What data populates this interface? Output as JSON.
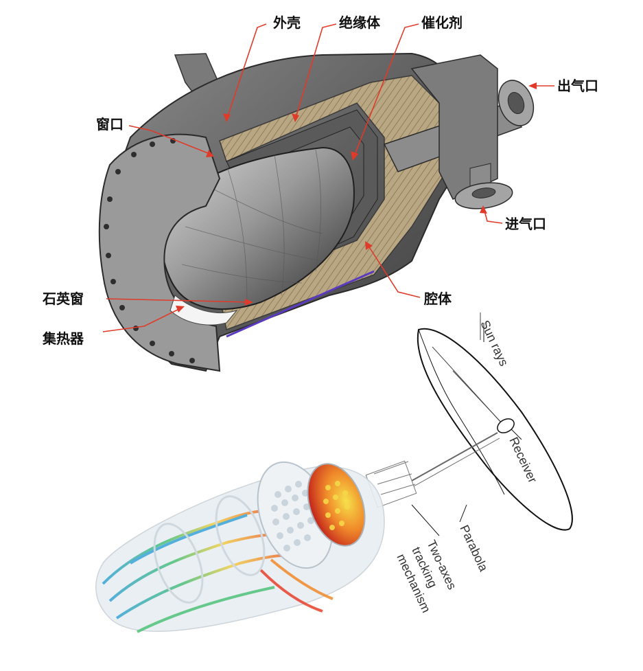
{
  "receiver_cutaway": {
    "labels": {
      "shell": "外壳",
      "insulation": "绝缘体",
      "catalyst": "催化剂",
      "outlet": "出气口",
      "window_port": "窗口",
      "inlet": "进气口",
      "quartz_window": "石英窗",
      "cavity": "腔体",
      "collector": "集热器"
    }
  },
  "dish_system": {
    "labels": {
      "sun_rays": "Sun rays",
      "receiver": "Receiver",
      "parabola": "Parabola",
      "tracking_line1": "Two-axes",
      "tracking_line2": "tracking",
      "tracking_line3": "mechanism"
    }
  },
  "colors": {
    "leader": "#e03a2a",
    "shell_metal": "#6b6b6b",
    "insulation": "#b9a784",
    "flow_hot": "#e8412a",
    "flow_cold": "#3aa5d8"
  }
}
